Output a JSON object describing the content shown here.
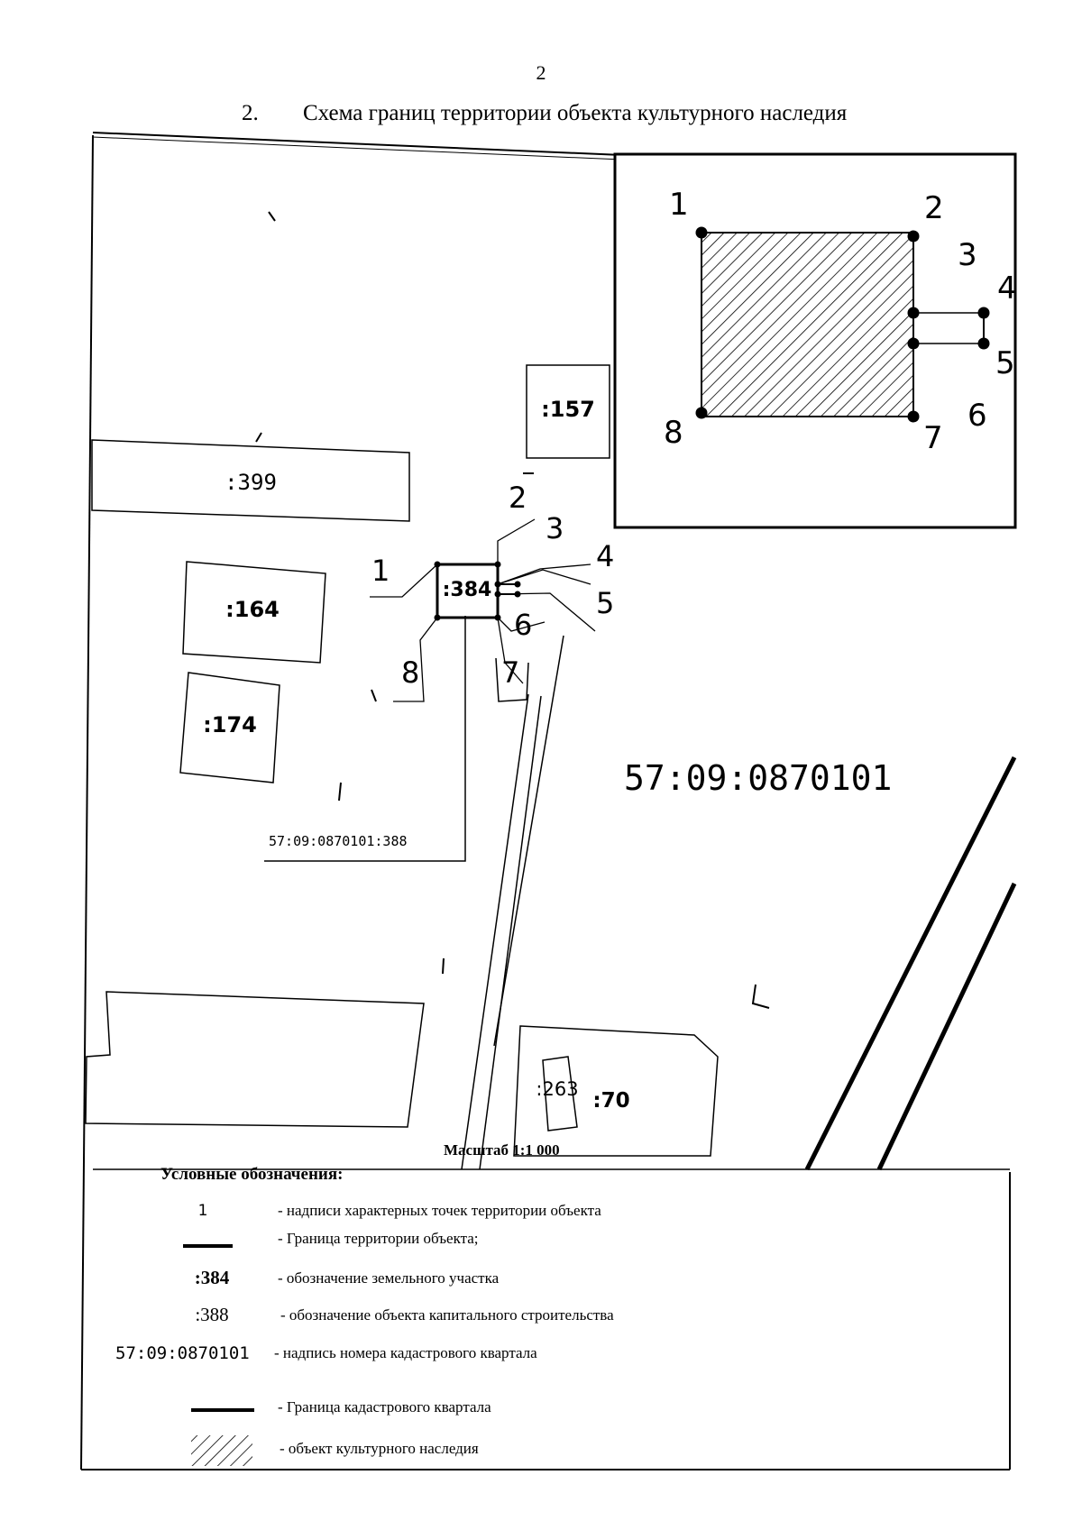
{
  "page_number": "2",
  "heading": {
    "number": "2.",
    "title": "Схема границ территории объекта культурного наследия"
  },
  "map": {
    "parcel_labels": [
      ":157",
      ":399",
      ":164",
      ":174",
      ":384",
      ":263",
      ":70"
    ],
    "object_label": "57:09:0870101:388",
    "quarter_label": "57:09:0870101",
    "point_labels": [
      "1",
      "2",
      "3",
      "4",
      "5",
      "6",
      "7",
      "8"
    ],
    "scale": "Масштаб 1:1 000"
  },
  "inset": {
    "point_labels": [
      "1",
      "2",
      "3",
      "4",
      "5",
      "6",
      "7",
      "8"
    ]
  },
  "legend": {
    "title": "Условные обозначения:",
    "items": [
      {
        "symbol": "1",
        "text": "- надписи характерных точек территории объекта"
      },
      {
        "symbol": "",
        "text": "- Граница территории объекта;"
      },
      {
        "symbol": ":384",
        "text": "- обозначение земельного участка"
      },
      {
        "symbol": ":388",
        "text": "- обозначение объекта капитального строительства"
      },
      {
        "symbol": "57:09:0870101",
        "text": "- надпись номера кадастрового квартала"
      },
      {
        "symbol": "",
        "text": "- Граница кадастрового квартала"
      },
      {
        "symbol": "",
        "text": "- объект культурного наследия"
      }
    ]
  }
}
